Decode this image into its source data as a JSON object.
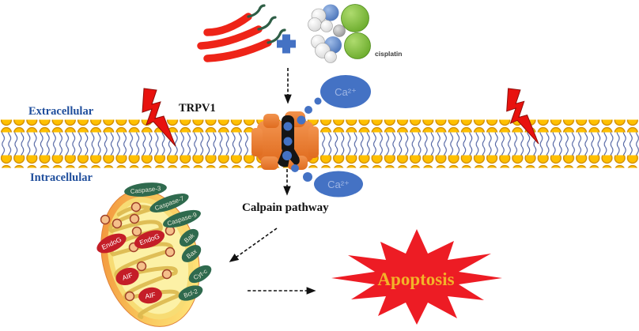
{
  "top": {
    "cisplatin_label": "cisplatin",
    "plus_icon_glyph": "+"
  },
  "membrane": {
    "extracellular_label": "Extracellular",
    "intracellular_label": "Intracellular",
    "receptor_label": "TRPV1"
  },
  "signaling": {
    "calcium_extracellular": "Ca²⁺",
    "calcium_intracellular": "Ca²⁺",
    "calpain_label": "Calpain pathway"
  },
  "mitochondria": {
    "green_proteins": [
      "Caspase-3",
      "Caspase-7",
      "Caspase-9",
      "Bak",
      "Bax",
      "Cyt-c",
      "Bcl-2"
    ],
    "red_proteins": [
      "EndoG",
      "EndoG",
      "AIF",
      "AIF"
    ]
  },
  "outcome": {
    "apoptosis_label": "Apoptosis"
  },
  "colors": {
    "calcium_blue": "#4472C4",
    "channel_orange": "#ED7D31",
    "membrane_head_yellow": "#FFC000",
    "membrane_tail_blue": "#4C5FA0",
    "lightning_red": "#E8120E",
    "apoptosis_red": "#ED1C24",
    "apoptosis_text_yellow": "#F3B229",
    "green_protein_oval": "#2F6A4E",
    "red_protein_oval": "#C41E28",
    "side_label_blue": "#1F4E9C",
    "pepper_red": "#EE2418",
    "cisplatin_chlorine_green": "#7AB648"
  }
}
